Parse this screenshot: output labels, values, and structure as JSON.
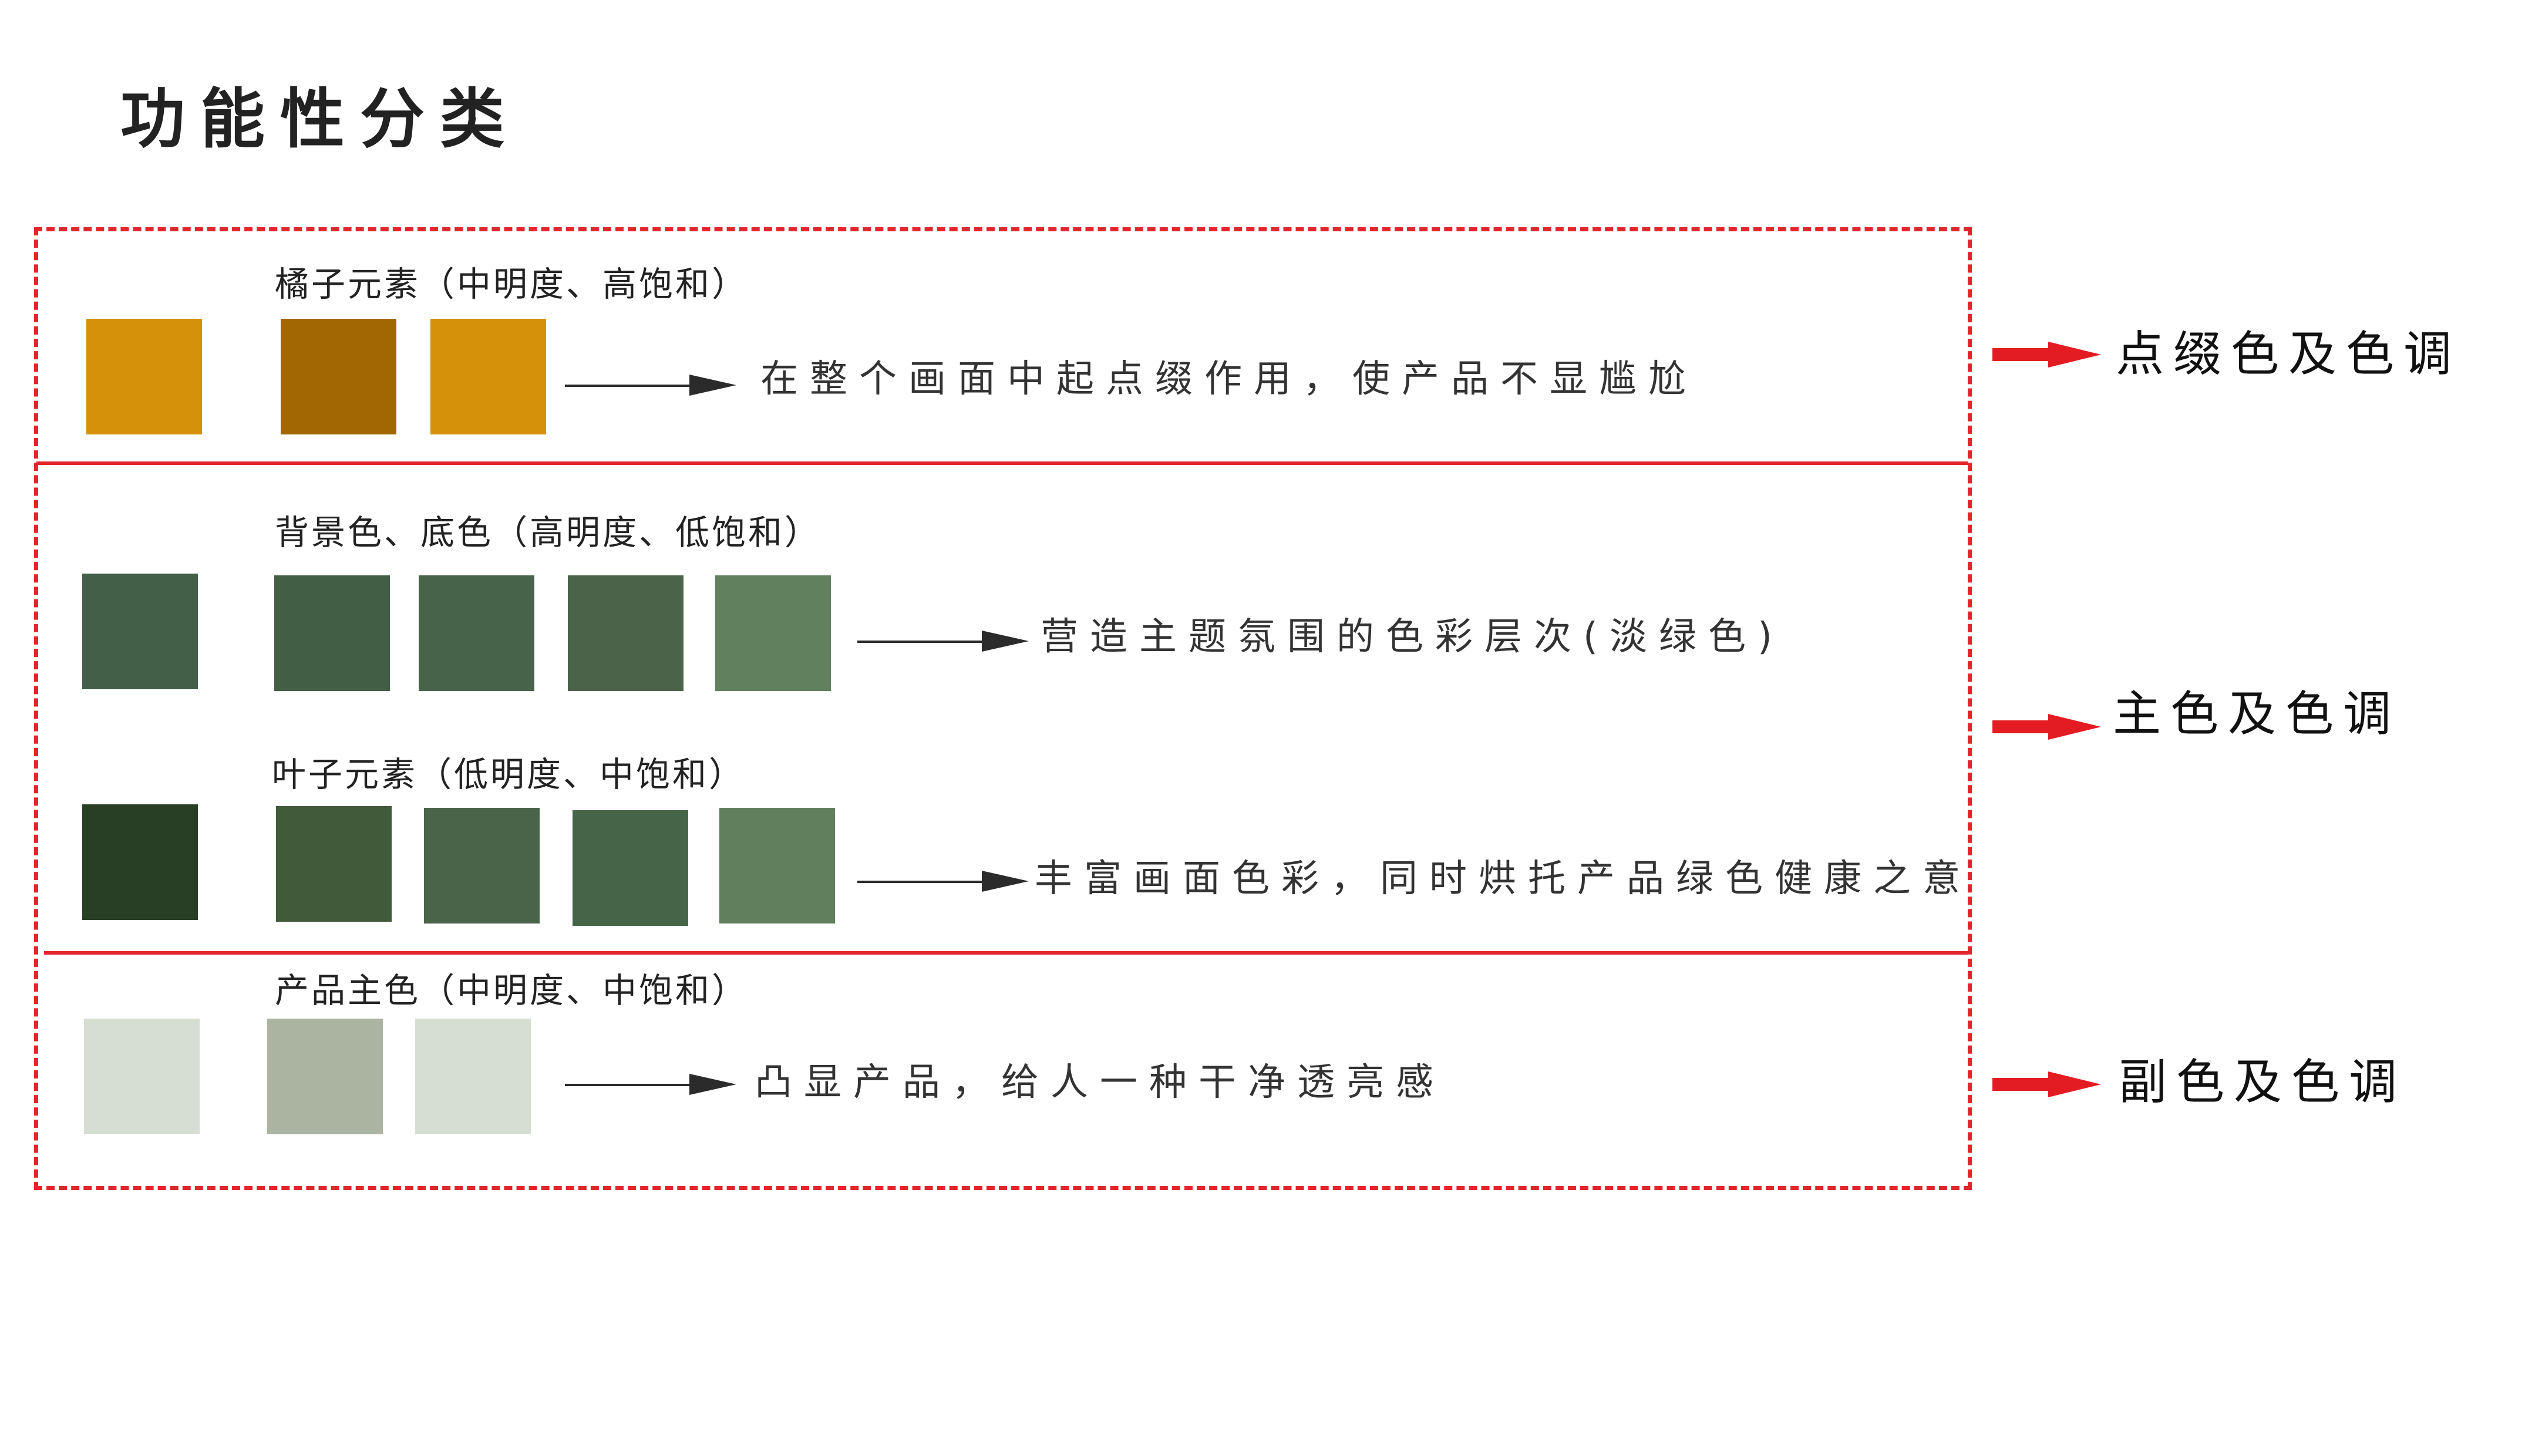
{
  "title": "功能性分类",
  "colors": {
    "accent_red": "#e3262d",
    "arrow_dark": "#2b2b2b"
  },
  "sections": [
    {
      "label": "橘子元素（中明度、高饱和）",
      "main_swatch": "#d59109",
      "swatches": [
        "#a26703",
        "#d59109"
      ],
      "description": "在整个画面中起点缀作用，使产品不显尴尬"
    },
    {
      "label": "背景色、底色（高明度、低饱和）",
      "main_swatch": "#435f47",
      "swatches": [
        "#425f45",
        "#47634a",
        "#4b6349",
        "#61805d"
      ],
      "description": "营造主题氛围的色彩层次(淡绿色)"
    },
    {
      "label": "叶子元素（低明度、中饱和）",
      "main_swatch": "#283f26",
      "swatches": [
        "#415a3a",
        "#4a6449",
        "#456548",
        "#617f5d"
      ],
      "description": "丰富画面色彩，同时烘托产品绿色健康之意"
    },
    {
      "label": "产品主色（中明度、中饱和）",
      "main_swatch": "#d6ddd2",
      "swatches": [
        "#aab4a1",
        "#d6ddd2"
      ],
      "description": "凸显产品，给人一种干净透亮感"
    }
  ],
  "side_labels": [
    "点缀色及色调",
    "主色及色调",
    "副色及色调"
  ]
}
